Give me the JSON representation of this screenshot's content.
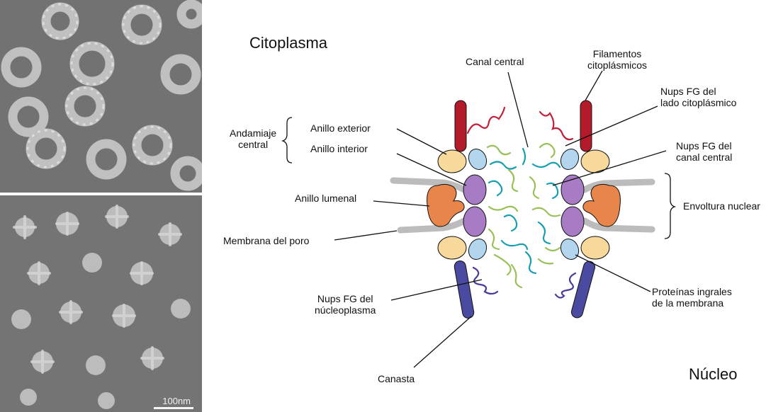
{
  "micrograph": {
    "scale_label": "100nm"
  },
  "regions": {
    "top": "Citoplasma",
    "bottom": "Núcleo"
  },
  "labels": {
    "canal_central": "Canal central",
    "filamentos_1": "Filamentos",
    "filamentos_2": "citoplásmicos",
    "nups_cito_1": "Nups FG del",
    "nups_cito_2": "lado citoplásmico",
    "andamiaje_1": "Andamiaje",
    "andamiaje_2": "central",
    "anillo_exterior": "Anillo exterior",
    "anillo_interior": "Anillo interior",
    "nups_canal_1": "Nups FG del",
    "nups_canal_2": "canal central",
    "anillo_lumenal": "Anillo lumenal",
    "envoltura": "Envoltura nuclear",
    "membrana_poro": "Membrana del poro",
    "nups_nucleo_1": "Nups FG del",
    "nups_nucleo_2": "núcleoplasma",
    "proteinas_1": "Proteínas ingrales",
    "proteinas_2": "de la membrana",
    "canasta": "Canasta"
  },
  "colors": {
    "filament_red": "#b31b2b",
    "basket_blue": "#4a4aa0",
    "outer_ring": "#f6d99b",
    "inner_ring_light": "#b3d6ee",
    "inner_ring_purple": "#a87cc4",
    "lumenal": "#e8854a",
    "fg_green": "#9ac05a",
    "fg_teal": "#1a9fb0",
    "membrane_gray": "#b5b5b5"
  }
}
